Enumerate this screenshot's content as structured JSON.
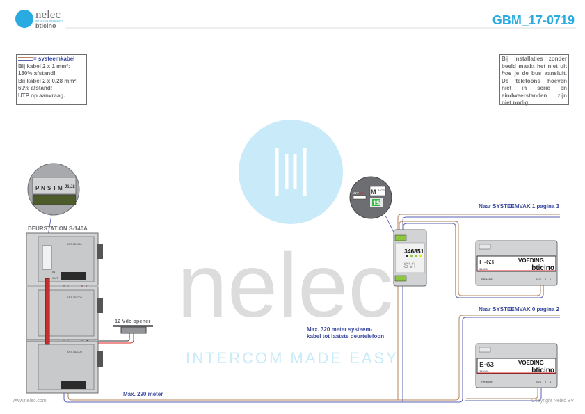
{
  "header": {
    "brand": "nelec",
    "tagline": "INTERCOM MADE EASY",
    "partner": "bticino",
    "document_code": "GBM_17-0719"
  },
  "legend_note": {
    "title": "= systeemkabel",
    "lines": [
      "Bij kabel 2 x 1 mm²:",
      "180% afstand!",
      "Bij kabel 2 x 0,28 mm²:",
      "60% afstand!",
      "UTP op aanvraag."
    ]
  },
  "info_note": {
    "text_before": "Bij installaties zonder beeld maakt het niet uit ",
    "text_emph": "hoe",
    "text_after": " je de bus aansluit. De telefoons hoeven niet in serie en eindweerstanden zijn niet nodig."
  },
  "watermark": {
    "brand": "nelec",
    "tagline": "INTERCOM MADE EASY"
  },
  "door_station": {
    "label": "DEURSTATION S-140A",
    "terminals": [
      "P",
      "N",
      "S",
      "T",
      "M",
      "J1",
      "J2"
    ],
    "module_codes": [
      "ART.351100",
      "ART.352000",
      "ART.352000"
    ],
    "port_in": "IN",
    "port_out": "OUT"
  },
  "opener": {
    "label": "12 Vdc opener"
  },
  "interface": {
    "code": "346851",
    "name": "SVI",
    "switch_off": "OFF",
    "switch_on": "ON",
    "mode_letters": [
      "M",
      "MOD"
    ],
    "address": "15"
  },
  "power_supplies": [
    {
      "model": "E-63",
      "name": "VOEDING",
      "code": "346000",
      "brand": "bticino",
      "primary_label": "PRIMAIR",
      "bus_labels": [
        "BUS",
        "2",
        "1"
      ]
    },
    {
      "model": "E-63",
      "name": "VOEDING",
      "code": "346000",
      "brand": "bticino",
      "primary_label": "PRIMAIR",
      "bus_labels": [
        "BUS",
        "2",
        "1"
      ]
    }
  ],
  "annotations": {
    "to_sys1": "Naar SYSTEEMVAK 1  pagina 3",
    "to_sys0": "Naar SYSTEEMVAK 0  pagina 2",
    "max320_line1": "Max. 320 meter systeem-",
    "max320_line2": "kabel tot laatste deurtelefoon",
    "max290": "Max. 290 meter"
  },
  "footer": {
    "website": "www.nelec.com",
    "copyright": "Copyright Nelec BV"
  },
  "colors": {
    "accent": "#29abe2",
    "cable_brown": "#b5835a",
    "cable_blue": "#5a62b0",
    "label_blue": "#3b4aa0",
    "gray": "#6d6e71"
  }
}
